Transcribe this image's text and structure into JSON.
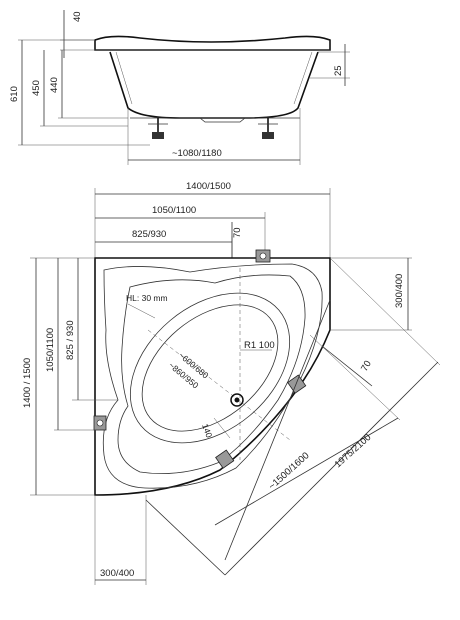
{
  "side_view": {
    "dims": {
      "rim_height": "40",
      "height_total": "610",
      "height_450": "450",
      "height_440": "440",
      "right_25": "25",
      "bottom_width": "~1080/1180"
    }
  },
  "plan_view": {
    "dims": {
      "overall_width": "1400/1500",
      "width_1050": "1050/1100",
      "width_825": "825/930",
      "offset_70_top": "70",
      "right_300": "300/400",
      "overall_height": "1400 / 1500",
      "height_1050": "1050/1100",
      "height_825": "825 / 930",
      "hl": "HL: 30 mm",
      "radius": "R1 100",
      "oval_600": "~600/680",
      "oval_860": "~860/950",
      "dim_140": "140",
      "offset_70_right": "70",
      "diag_1500": "~1500/1600",
      "diag_1975": "1975/2100",
      "bottom_300": "300/400"
    }
  }
}
